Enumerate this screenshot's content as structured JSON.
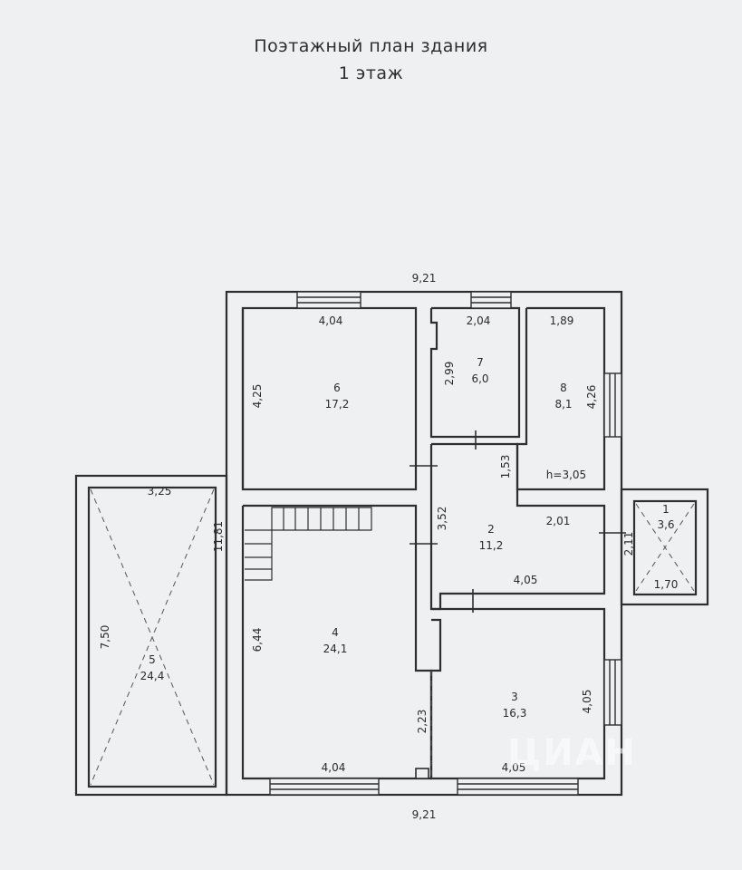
{
  "header": {
    "title": "Поэтажный план здания",
    "floor": "1 этаж"
  },
  "overall": {
    "width_top": "9,21",
    "width_bottom": "9,21",
    "height_right_side": "11,81"
  },
  "rooms": [
    {
      "id": "1",
      "number": "1",
      "area": "3,6",
      "dims": [
        "2,11",
        "1,70"
      ]
    },
    {
      "id": "2",
      "number": "2",
      "area": "11,2",
      "dims": [
        "3,52",
        "2,01",
        "4,05"
      ]
    },
    {
      "id": "3",
      "number": "3",
      "area": "16,3",
      "dims": [
        "4,05",
        "4,05"
      ]
    },
    {
      "id": "4",
      "number": "4",
      "area": "24,1",
      "dims": [
        "6,44",
        "4,04",
        "2,23"
      ]
    },
    {
      "id": "5",
      "number": "5",
      "area": "24,4",
      "dims": [
        "3,25",
        "7,50"
      ]
    },
    {
      "id": "6",
      "number": "6",
      "area": "17,2",
      "dims": [
        "4,04",
        "4,25"
      ]
    },
    {
      "id": "7",
      "number": "7",
      "area": "6,0",
      "dims": [
        "2,04",
        "2,99"
      ]
    },
    {
      "id": "8",
      "number": "8",
      "area": "8,1",
      "dims": [
        "1,89",
        "4,26"
      ]
    }
  ],
  "extra_labels": {
    "corridor_link": "1,53",
    "ceiling_height": "h=3,05"
  },
  "watermark": "ЦИАН",
  "colors": {
    "paper": "#eef0f1",
    "line": "#2d2e31"
  }
}
